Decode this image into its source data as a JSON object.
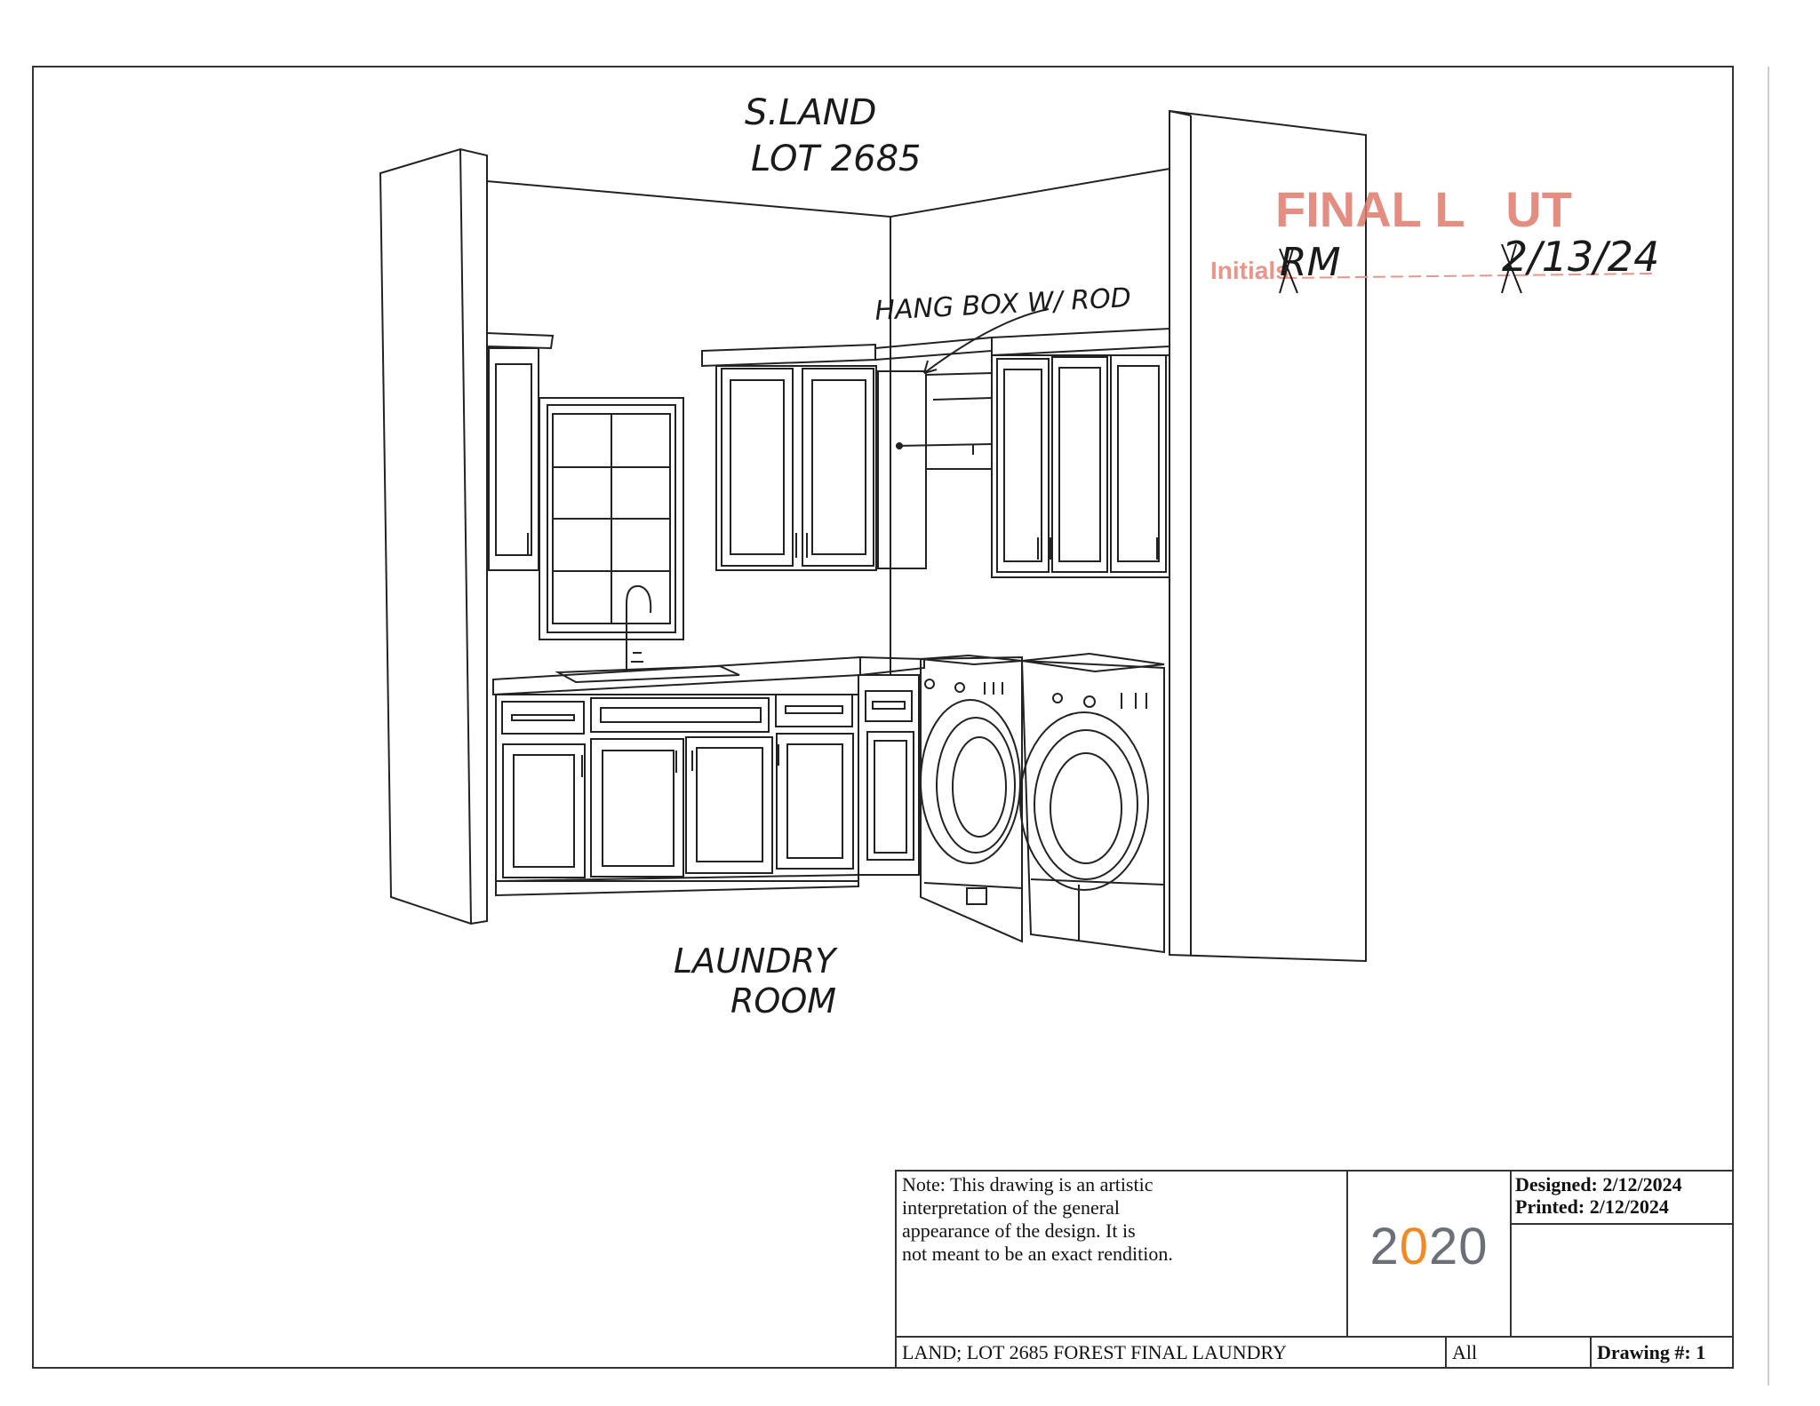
{
  "handwritten": {
    "top_note_line1": "S.LAND",
    "top_note_line2": "LOT 2685",
    "hang_note": "HANG BOX W/ ROD",
    "room_line1": "LAUNDRY",
    "room_line2": "ROOM",
    "initials_value": "RM",
    "date_value": "2/13/24"
  },
  "stamp": {
    "text": "FINAL L   UT",
    "initials_label": "Initials",
    "color": "#e07a6c"
  },
  "title_block": {
    "note": [
      "Note: This drawing is an artistic",
      "interpretation of the general",
      "appearance of the design. It is",
      "not meant to be an exact rendition."
    ],
    "logo_text": "2020",
    "logo_accent": "#f08a24",
    "designed": "Designed: 2/12/2024",
    "printed": "Printed: 2/12/2024",
    "project": "LAND; LOT 2685 FOREST FINAL LAUNDRY",
    "view": "All",
    "drawing_no": "Drawing #: 1"
  }
}
